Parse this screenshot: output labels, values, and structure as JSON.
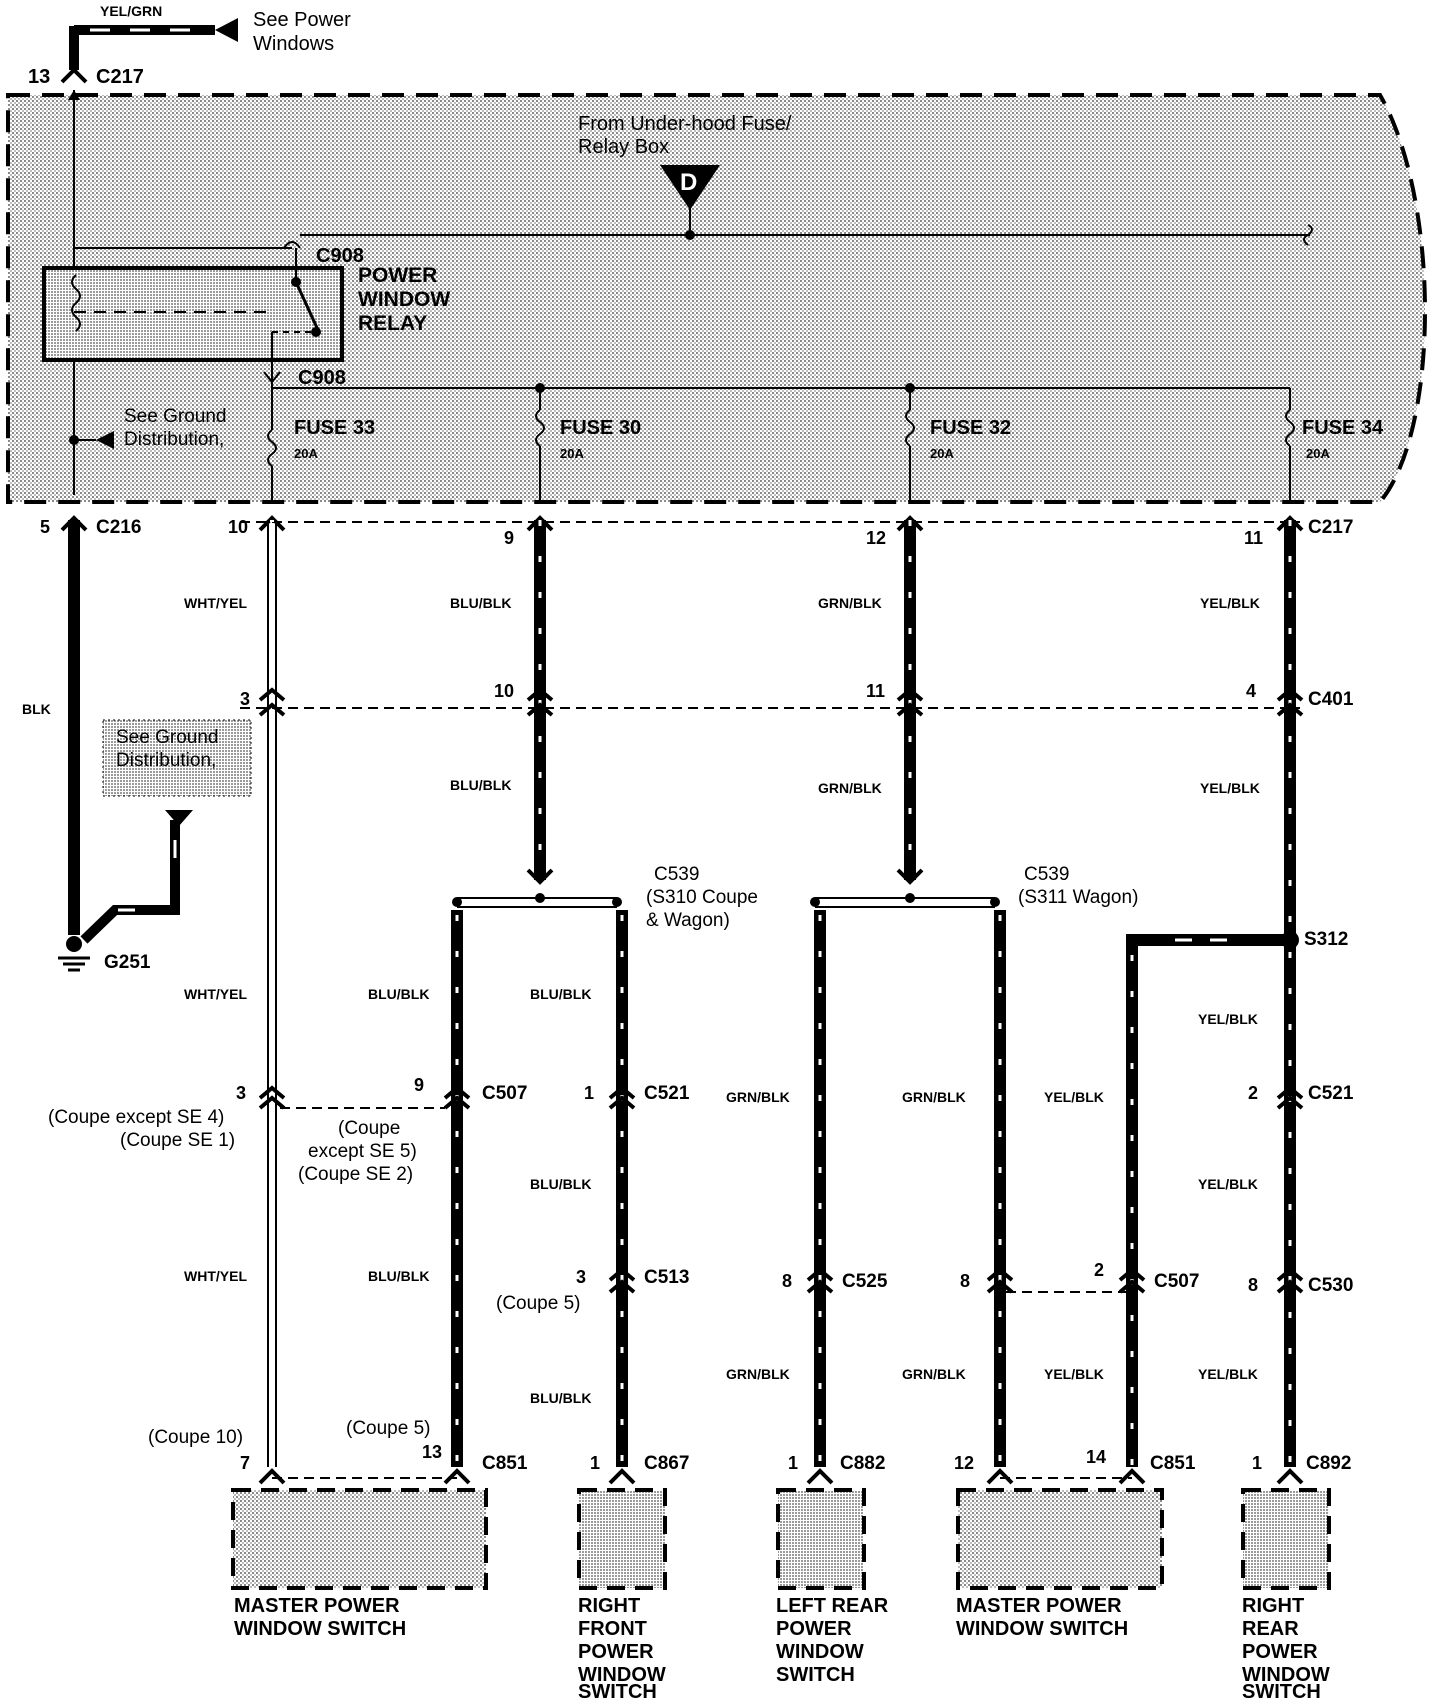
{
  "header": {
    "top_wire_color": "YEL/GRN",
    "see_power_windows": [
      "See Power",
      "Windows"
    ],
    "top_pin": "13",
    "top_connector": "C217"
  },
  "fuse_box": {
    "from_label": [
      "From Under-hood Fuse/",
      "Relay Box"
    ],
    "source_letter": "D",
    "relay_connector_top": "C908",
    "relay_connector_bottom": "C908",
    "relay_name": [
      "POWER",
      "WINDOW",
      "RELAY"
    ],
    "see_ground_1": [
      "See Ground",
      "Distribution,"
    ],
    "fuses": [
      {
        "name": "FUSE 33",
        "rating": "20A"
      },
      {
        "name": "FUSE 30",
        "rating": "20A"
      },
      {
        "name": "FUSE 32",
        "rating": "20A"
      },
      {
        "name": "FUSE 34",
        "rating": "20A"
      }
    ]
  },
  "connector_row_1": {
    "pins": [
      "5",
      "10",
      "9",
      "12",
      "11"
    ],
    "left_connector": "C216",
    "right_connector": "C217"
  },
  "wire_colors": {
    "wht_yel": "WHT/YEL",
    "blu_blk": "BLU/BLK",
    "grn_blk": "GRN/BLK",
    "yel_blk": "YEL/BLK",
    "blk": "BLK",
    "blu_blk_alt": "BLU/BLK"
  },
  "connector_row_2": {
    "pins": [
      "3",
      "10",
      "11",
      "4"
    ],
    "connector": "C401"
  },
  "ground": {
    "see_ground_2": [
      "See Ground",
      "Distribution,"
    ],
    "ground_name": "G251"
  },
  "splices": {
    "c539_left": [
      "C539",
      "(S310 Coupe",
      "& Wagon)"
    ],
    "c539_right": [
      "C539",
      "(S311 Wagon)"
    ],
    "s312": "S312"
  },
  "connector_row_3": {
    "pin_a": "3",
    "note_a": [
      "(Coupe except SE 4)",
      "(Coupe SE 1)"
    ],
    "pin_b": "9",
    "conn_b": "C507",
    "note_b": [
      "(Coupe",
      "except SE 5)",
      "(Coupe SE 2)"
    ],
    "pin_c": "1",
    "conn_c": "C521",
    "pin_d": "2",
    "conn_d": "C521"
  },
  "connector_row_4": {
    "pin_c513": "3",
    "conn_c513": "C513",
    "note_c513": "(Coupe 5)",
    "pin_c525": "8",
    "conn_c525": "C525",
    "pin_c507_left": "8",
    "pin_c507_right": "2",
    "conn_c507": "C507",
    "pin_c530": "8",
    "conn_c530": "C530"
  },
  "connector_row_5": {
    "note_7": "(Coupe 10)",
    "pin_7": "7",
    "note_13": "(Coupe 5)",
    "pin_13": "13",
    "conn_851a": "C851",
    "pin_867": "1",
    "conn_867": "C867",
    "pin_882": "1",
    "conn_882": "C882",
    "pin_12": "12",
    "pin_14": "14",
    "conn_851b": "C851",
    "pin_892": "1",
    "conn_892": "C892"
  },
  "components": [
    {
      "name": [
        "MASTER POWER",
        "WINDOW SWITCH"
      ]
    },
    {
      "name": [
        "RIGHT",
        "FRONT",
        "POWER",
        "WINDOW",
        "SWITCH"
      ]
    },
    {
      "name": [
        "LEFT REAR",
        "POWER",
        "WINDOW",
        "SWITCH"
      ]
    },
    {
      "name": [
        "MASTER POWER",
        "WINDOW SWITCH"
      ]
    },
    {
      "name": [
        "RIGHT",
        "REAR",
        "POWER",
        "WINDOW",
        "SWITCH"
      ]
    }
  ]
}
